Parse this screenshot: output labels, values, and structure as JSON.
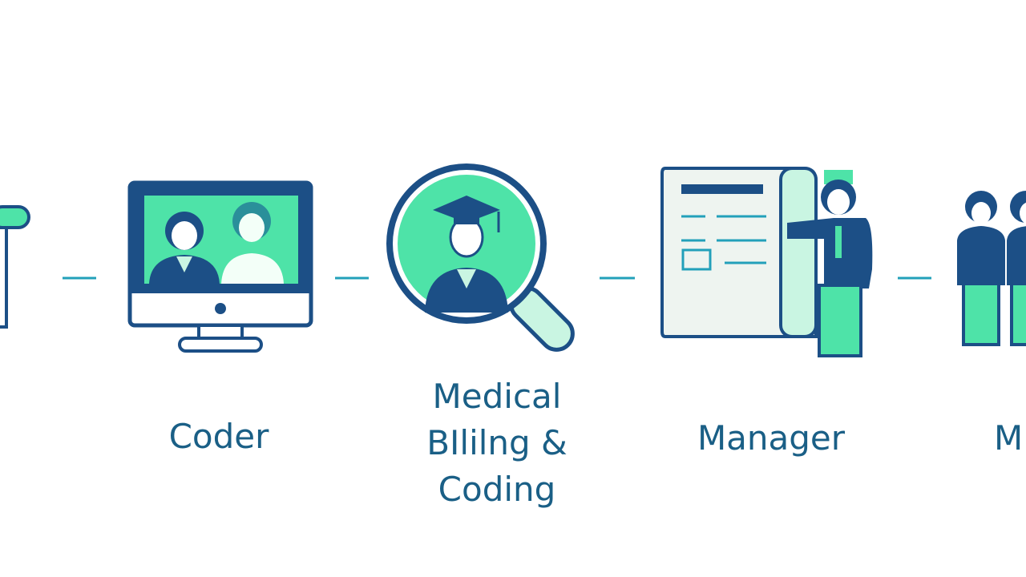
{
  "colors": {
    "navy": "#1c4f86",
    "teal": "#22a0ba",
    "mint": "#4ee3a8",
    "mint_light": "#c9f5e2",
    "paper": "#eef4f0",
    "text": "#1a5f86"
  },
  "steps": [
    {
      "icon": "pipe-icon",
      "label": ""
    },
    {
      "icon": "computer-monitor-icon",
      "label": "Coder"
    },
    {
      "icon": "magnifier-graduate-icon",
      "label_lines": [
        "Medical",
        "BIlilng &",
        "Coding"
      ]
    },
    {
      "icon": "document-scroll-person-icon",
      "label": "Manager"
    },
    {
      "icon": "team-people-icon",
      "label": "M"
    }
  ]
}
